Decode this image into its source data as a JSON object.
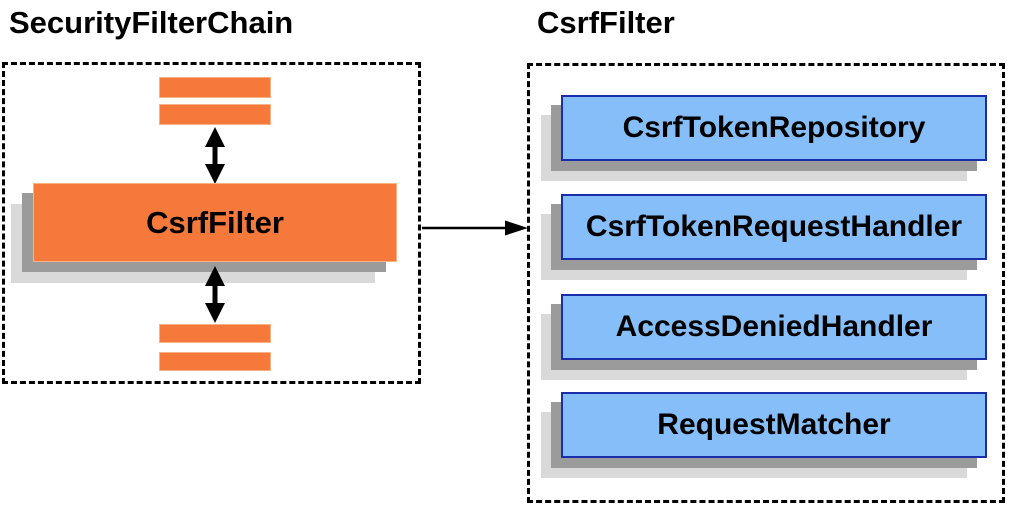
{
  "colors": {
    "orange_fill": "#F5793B",
    "orange_edge": "#F9B286",
    "blue_fill": "#85BEF8",
    "blue_border": "#1A2EAC",
    "shadow_dark": "#9B9B9B",
    "shadow_light": "#D9D9D9",
    "ink": "#000000"
  },
  "left_panel": {
    "title": "SecurityFilterChain",
    "filter_box": {
      "label": "CsrfFilter"
    }
  },
  "right_panel": {
    "title": "CsrfFilter",
    "components": [
      {
        "label": "CsrfTokenRepository"
      },
      {
        "label": "CsrfTokenRequestHandler"
      },
      {
        "label": "AccessDeniedHandler"
      },
      {
        "label": "RequestMatcher"
      }
    ]
  },
  "connectors": {
    "upper_vertical": "double-headed-vertical-arrow",
    "lower_vertical": "double-headed-vertical-arrow",
    "cross_panel": "right-arrow"
  }
}
